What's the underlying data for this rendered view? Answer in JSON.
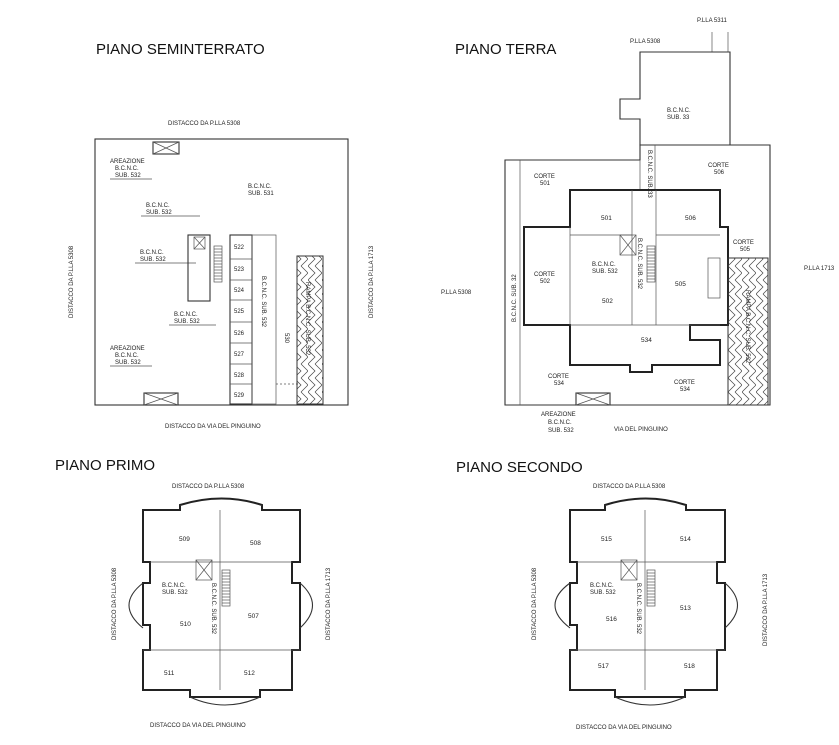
{
  "floors": {
    "seminterrato": {
      "title": "PIANO SEMINTERRATO",
      "top": "DISTACCO DA P.LLA 5308",
      "bottom": "DISTACCO DA VIA DEL PINGUINO",
      "left": "DISTACCO DA P.LLA 5308",
      "right": "DISTACCO DA P.LLA 1713",
      "areazione1": "AREAZIONE",
      "bcnc": "B.C.N.C.",
      "sub532": "SUB. 532",
      "sub531": "SUB. 531",
      "areazione2": "AREAZIONE",
      "rooms": [
        "522",
        "523",
        "524",
        "525",
        "526",
        "527",
        "528",
        "529"
      ],
      "bcnc_vertical": "B.C.N.C. SUB. 532",
      "ramp": "RAMPA B.C.N.C. SUB. 532",
      "n530": "530"
    },
    "terra": {
      "title": "PIANO TERRA",
      "pll5311": "P.LLA 5311",
      "pll5308_top": "P.LLA 5308",
      "pll5308_left": "P.LLA 5308",
      "pll1713": "P.LLA 1713",
      "bcnc": "B.C.N.C.",
      "sub33": "SUB. 33",
      "corte": "CORTE",
      "corte501": "501",
      "corte506": "506",
      "corte502": "502",
      "corte505": "505",
      "corte534": "534",
      "rooms": [
        "501",
        "506",
        "502",
        "505",
        "534"
      ],
      "sub532": "SUB. 532",
      "sub32": "B.C.N.C. SUB. 32",
      "bcnc_small": "B.C.N.C. SUB. 532",
      "ramp": "RAMPA B.C.N.C. SUB. 532",
      "areazione": "AREAZIONE",
      "via": "VIA DEL PINGUINO",
      "stair_vert": "B.C.N.C. SUB. 532",
      "vert_top": "B.C.N.C. SUB. 33"
    },
    "primo": {
      "title": "PIANO PRIMO",
      "top": "DISTACCO DA P.LLA 5308",
      "bottom": "DISTACCO DA VIA DEL PINGUINO",
      "left": "DISTACCO DA P.LLA 5308",
      "right": "DISTACCO DA P.LLA 1713",
      "bcnc": "B.C.N.C.",
      "sub532": "SUB. 532",
      "vert": "B.C.N.C. SUB. 532",
      "rooms": [
        "509",
        "508",
        "510",
        "507",
        "511",
        "512"
      ]
    },
    "secondo": {
      "title": "PIANO SECONDO",
      "top": "DISTACCO DA P.LLA 5308",
      "bottom": "DISTACCO DA VIA DEL PINGUINO",
      "left": "DISTACCO DA P.LLA 5308",
      "right": "DISTACCO DA P.LLA 1713",
      "bcnc": "B.C.N.C.",
      "sub532": "SUB. 532",
      "vert": "B.C.N.C. SUB. 532",
      "rooms": [
        "515",
        "514",
        "516",
        "513",
        "517",
        "518"
      ]
    }
  }
}
